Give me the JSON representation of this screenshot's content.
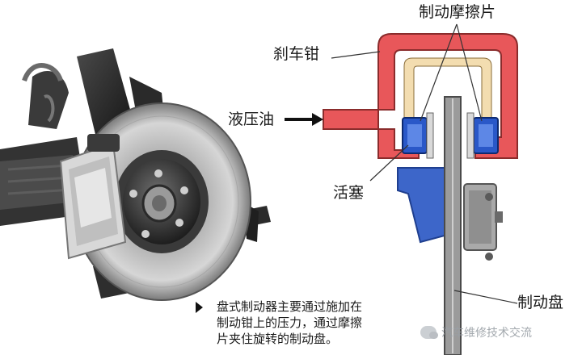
{
  "labels": {
    "brake_pads": "制动摩擦片",
    "caliper": "刹车钳",
    "hydraulic_oil": "液压油",
    "piston": "活塞",
    "brake_disc": "制动盘"
  },
  "caption": {
    "line1": "盘式制动器主要通过施加在",
    "line2": "制动钳上的压力，通过摩擦",
    "line3": "片夹住旋转的制动盘。"
  },
  "watermark": "汽车维修技术交流",
  "colors": {
    "caliper_red": "#e8575a",
    "caliper_inner": "#f3ddb0",
    "piston_blue": "#2a58c8",
    "mount_blue": "#3d66c9",
    "disc_gray": "#9b9b9b",
    "photo_dark": "#2b2b2b"
  },
  "icons": {
    "caption_arrow": "triangle-right",
    "watermark_logo": "wechat-bubbles"
  }
}
